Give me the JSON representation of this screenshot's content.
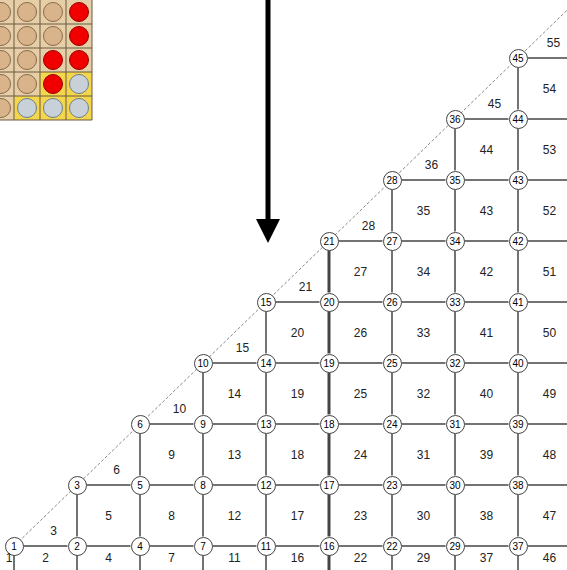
{
  "diagram": {
    "nodes": [
      {
        "text": [
          "1"
        ]
      },
      {
        "text": [
          "2"
        ]
      },
      {
        "text": [
          "3"
        ]
      },
      {
        "text": [
          "4"
        ]
      },
      {
        "text": [
          "5"
        ]
      },
      {
        "text": [
          "6"
        ]
      },
      {
        "text": [
          "7"
        ]
      },
      {
        "text": [
          "8"
        ]
      },
      {
        "text": [
          "9"
        ]
      },
      {
        "text": [
          "10"
        ]
      },
      {
        "text": [
          "11"
        ]
      },
      {
        "text": [
          "12"
        ]
      },
      {
        "text": [
          "13"
        ]
      },
      {
        "text": [
          "14"
        ]
      },
      {
        "text": [
          "15"
        ]
      },
      {
        "text": [
          "16"
        ]
      },
      {
        "text": [
          "17"
        ]
      },
      {
        "text": [
          "18"
        ]
      },
      {
        "text": [
          "19"
        ]
      },
      {
        "text": [
          "20"
        ]
      },
      {
        "text": [
          "21"
        ]
      },
      {
        "text": [
          "22"
        ]
      },
      {
        "text": [
          "23"
        ]
      },
      {
        "text": [
          "24"
        ]
      },
      {
        "text": [
          "25"
        ]
      },
      {
        "text": [
          "26"
        ]
      },
      {
        "text": [
          "27"
        ]
      },
      {
        "text": [
          "28"
        ]
      },
      {
        "text": [
          "29"
        ]
      },
      {
        "text": [
          "30"
        ]
      },
      {
        "text": [
          "31"
        ]
      },
      {
        "text": [
          "32"
        ]
      },
      {
        "text": [
          "33"
        ]
      },
      {
        "text": [
          "34"
        ]
      },
      {
        "text": [
          "35"
        ]
      },
      {
        "text": [
          "36"
        ]
      },
      {
        "text": [
          "37"
        ]
      },
      {
        "text": [
          "38"
        ]
      },
      {
        "text": [
          "39"
        ]
      },
      {
        "text": [
          "40"
        ]
      },
      {
        "text": [
          "41"
        ]
      },
      {
        "text": [
          "42"
        ]
      },
      {
        "text": [
          "43"
        ]
      },
      {
        "text": [
          "44"
        ]
      },
      {
        "text": [
          "45"
        ]
      }
    ],
    "edges": [
      {
        "from": 0,
        "to": 1,
        "arrow": "none"
      },
      {
        "from": 1,
        "to": 3,
        "arrow": "none"
      },
      {
        "from": 3,
        "to": 6,
        "arrow": "none"
      },
      {
        "from": 6,
        "to": 10,
        "arrow": "none"
      },
      {
        "from": 10,
        "to": 15,
        "arrow": "none"
      },
      {
        "from": 15,
        "to": 21,
        "arrow": "none"
      },
      {
        "from": 21,
        "to": 28,
        "arrow": "none"
      },
      {
        "from": 28,
        "to": 36,
        "arrow": "none"
      },
      {
        "from": 2,
        "to": 4,
        "arrow": "none"
      },
      {
        "from": 4,
        "to": 7,
        "arrow": "none"
      },
      {
        "from": 7,
        "to": 11,
        "arrow": "none"
      },
      {
        "from": 11,
        "to": 16,
        "arrow": "none"
      },
      {
        "from": 16,
        "to": 22,
        "arrow": "none"
      },
      {
        "from": 22,
        "to": 29,
        "arrow": "none"
      },
      {
        "from": 29,
        "to": 37,
        "arrow": "none"
      },
      {
        "from": 5,
        "to": 8,
        "arrow": "none"
      },
      {
        "from": 8,
        "to": 12,
        "arrow": "none"
      },
      {
        "from": 12,
        "to": 17,
        "arrow": "none"
      },
      {
        "from": 17,
        "to": 23,
        "arrow": "none"
      },
      {
        "from": 23,
        "to": 30,
        "arrow": "none"
      },
      {
        "from": 30,
        "to": 38,
        "arrow": "none"
      },
      {
        "from": 9,
        "to": 13,
        "arrow": "none"
      },
      {
        "from": 13,
        "to": 18,
        "arrow": "none"
      },
      {
        "from": 18,
        "to": 24,
        "arrow": "none"
      },
      {
        "from": 24,
        "to": 31,
        "arrow": "none"
      },
      {
        "from": 31,
        "to": 39,
        "arrow": "none"
      },
      {
        "from": 14,
        "to": 19,
        "arrow": "none"
      },
      {
        "from": 19,
        "to": 25,
        "arrow": "none"
      },
      {
        "from": 25,
        "to": 32,
        "arrow": "none"
      },
      {
        "from": 32,
        "to": 40,
        "arrow": "none"
      },
      {
        "from": 20,
        "to": 26,
        "arrow": "none"
      },
      {
        "from": 26,
        "to": 33,
        "arrow": "none"
      },
      {
        "from": 33,
        "to": 41,
        "arrow": "none"
      },
      {
        "from": 27,
        "to": 34,
        "arrow": "none"
      },
      {
        "from": 34,
        "to": 42,
        "arrow": "none"
      },
      {
        "from": 35,
        "to": 43,
        "arrow": "none"
      },
      {
        "from": 1,
        "to": 2,
        "arrow": "none"
      },
      {
        "from": 3,
        "to": 4,
        "arrow": "none"
      },
      {
        "from": 4,
        "to": 5,
        "arrow": "none"
      },
      {
        "from": 6,
        "to": 7,
        "arrow": "none"
      },
      {
        "from": 7,
        "to": 8,
        "arrow": "none"
      },
      {
        "from": 8,
        "to": 9,
        "arrow": "none"
      },
      {
        "from": 10,
        "to": 11,
        "arrow": "none"
      },
      {
        "from": 11,
        "to": 12,
        "arrow": "none"
      },
      {
        "from": 12,
        "to": 13,
        "arrow": "none"
      },
      {
        "from": 13,
        "to": 14,
        "arrow": "none"
      },
      {
        "from": 15,
        "to": 16,
        "arrow": "none"
      },
      {
        "from": 16,
        "to": 17,
        "arrow": "none"
      },
      {
        "from": 17,
        "to": 18,
        "arrow": "none"
      },
      {
        "from": 18,
        "to": 19,
        "arrow": "none"
      },
      {
        "from": 19,
        "to": 20,
        "arrow": "none"
      },
      {
        "from": 21,
        "to": 22,
        "arrow": "none"
      },
      {
        "from": 22,
        "to": 23,
        "arrow": "none"
      },
      {
        "from": 23,
        "to": 24,
        "arrow": "none"
      },
      {
        "from": 24,
        "to": 25,
        "arrow": "none"
      },
      {
        "from": 25,
        "to": 26,
        "arrow": "none"
      },
      {
        "from": 26,
        "to": 27,
        "arrow": "none"
      },
      {
        "from": 28,
        "to": 29,
        "arrow": "none"
      },
      {
        "from": 29,
        "to": 30,
        "arrow": "none"
      },
      {
        "from": 30,
        "to": 31,
        "arrow": "none"
      },
      {
        "from": 31,
        "to": 32,
        "arrow": "none"
      },
      {
        "from": 32,
        "to": 33,
        "arrow": "none"
      },
      {
        "from": 33,
        "to": 34,
        "arrow": "none"
      },
      {
        "from": 34,
        "to": 35,
        "arrow": "none"
      },
      {
        "from": 36,
        "to": 37,
        "arrow": "none"
      },
      {
        "from": 37,
        "to": 38,
        "arrow": "none"
      },
      {
        "from": 38,
        "to": 39,
        "arrow": "none"
      },
      {
        "from": 39,
        "to": 40,
        "arrow": "none"
      },
      {
        "from": 40,
        "to": 41,
        "arrow": "none"
      },
      {
        "from": 41,
        "to": 42,
        "arrow": "none"
      },
      {
        "from": 42,
        "to": 43,
        "arrow": "none"
      },
      {
        "from": 43,
        "to": 44,
        "arrow": "none"
      }
    ],
    "labels": [
      "1",
      "2",
      "3",
      "4",
      "5",
      "6",
      "7",
      "8",
      "9",
      "10",
      "11",
      "12",
      "13",
      "14",
      "15",
      "16",
      "17",
      "18",
      "19",
      "20",
      "21",
      "22",
      "23",
      "24",
      "25",
      "26",
      "27",
      "28",
      "29",
      "30",
      "31",
      "32",
      "33",
      "34",
      "35",
      "36",
      "37",
      "38",
      "39",
      "40",
      "41",
      "42",
      "43",
      "44",
      "45",
      "46",
      "47",
      "48",
      "49",
      "50",
      "51",
      "52",
      "53",
      "54",
      "55"
    ]
  }
}
